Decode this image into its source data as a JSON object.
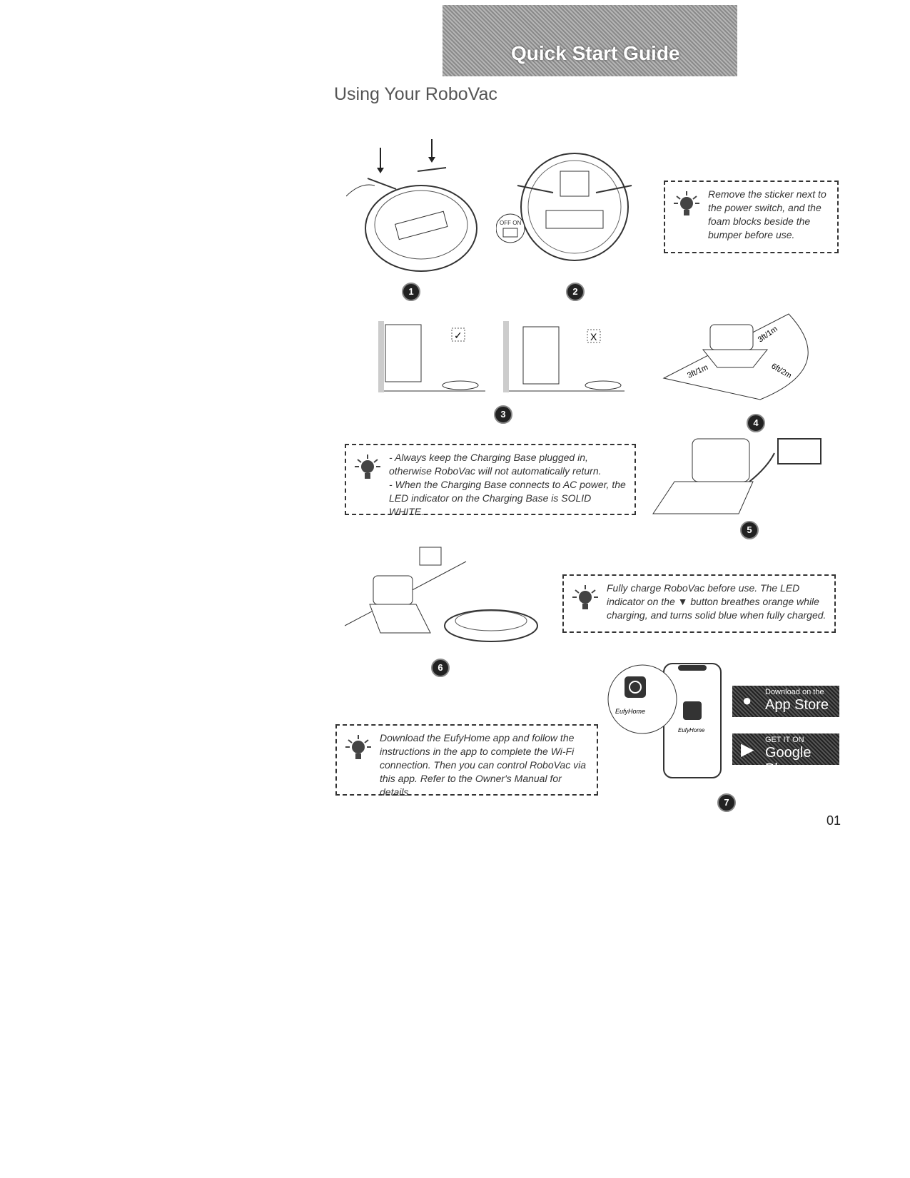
{
  "header": {
    "banner": "Quick Start Guide",
    "title": "Using Your RoboVac"
  },
  "steps": [
    "1",
    "2",
    "3",
    "4",
    "5",
    "6",
    "7"
  ],
  "illustrations": {
    "switch_label": "OFF ON",
    "check": "✓",
    "cross": "X",
    "dist1": "3ft/1m",
    "dist2": "3ft/1m",
    "dist3": "6ft/2m",
    "app_name": "EufyHome",
    "app_name_phone": "EufyHome"
  },
  "tips": {
    "sticker": "Remove the sticker next to the power switch, and the foam blocks beside the bumper before use.",
    "base": [
      "- Always keep the Charging Base plugged in, otherwise RoboVac will not automatically return.",
      "- When the Charging Base connects to AC power, the LED indicator on the Charging Base is SOLID WHITE."
    ],
    "charge_pre": "Fully charge RoboVac before use. The LED indicator on the ",
    "charge_post": " button breathes orange while charging, and turns solid blue when fully charged.",
    "app": "Download the EufyHome app and follow the instructions in the app to complete the Wi-Fi connection. Then you can control RoboVac via this app. Refer to the Owner's Manual for details."
  },
  "stores": {
    "apple_top": "Download on the",
    "apple_main": "App Store",
    "google_top": "GET IT ON",
    "google_main": "Google Play"
  },
  "page_number": "01"
}
